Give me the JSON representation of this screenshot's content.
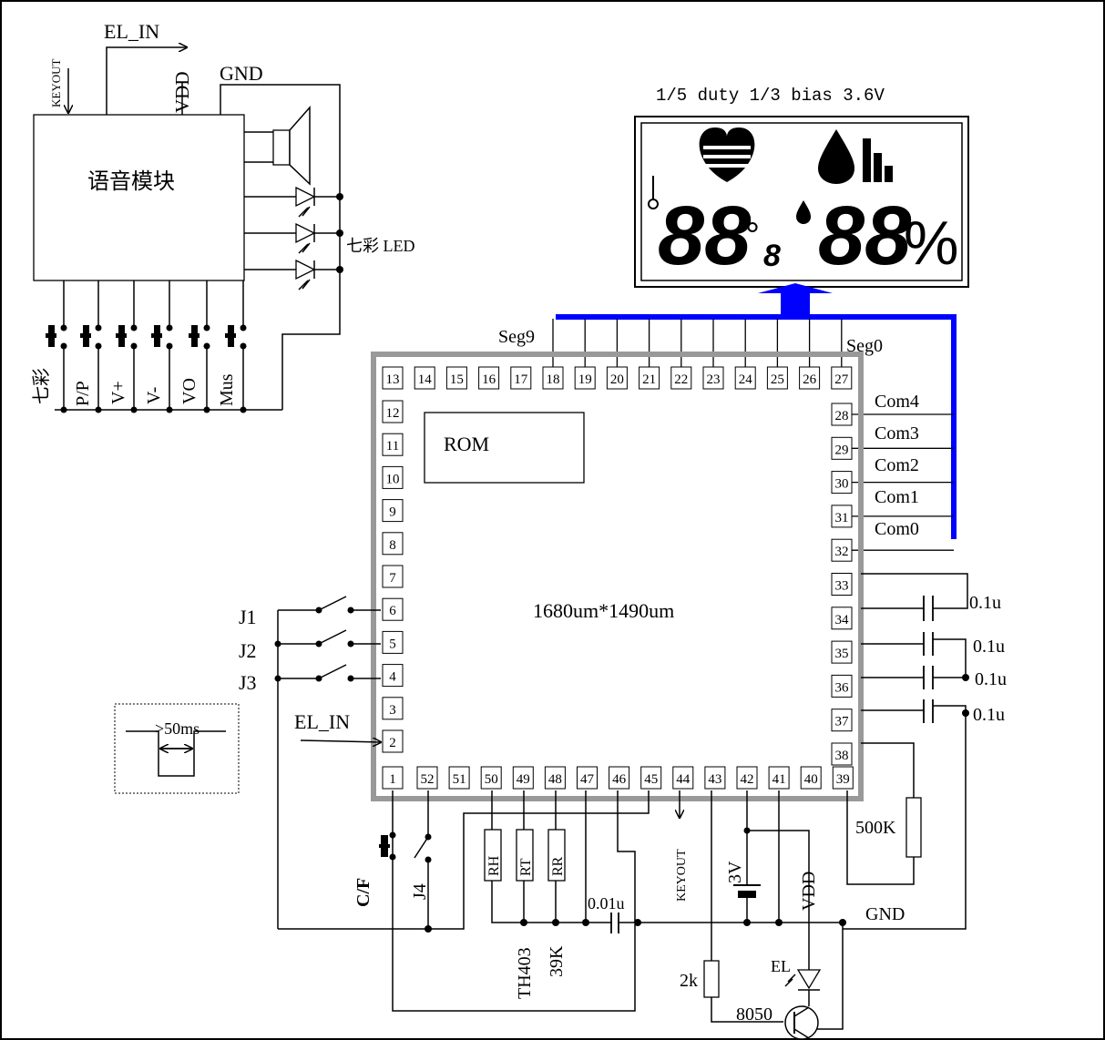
{
  "chip": {
    "size_label": "1680um*1490um",
    "rom_label": "ROM",
    "pins": [
      "1",
      "2",
      "3",
      "4",
      "5",
      "6",
      "7",
      "8",
      "9",
      "10",
      "11",
      "12",
      "13",
      "14",
      "15",
      "16",
      "17",
      "18",
      "19",
      "20",
      "21",
      "22",
      "23",
      "24",
      "25",
      "26",
      "27",
      "28",
      "29",
      "30",
      "31",
      "32",
      "33",
      "34",
      "35",
      "36",
      "37",
      "38",
      "39",
      "40",
      "41",
      "42",
      "43",
      "44",
      "45",
      "46",
      "47",
      "48",
      "49",
      "50",
      "51",
      "52"
    ]
  },
  "lcd": {
    "spec": "1/5 duty 1/3 bias 3.6V",
    "digits_left": "88",
    "small_digit": "8",
    "degree": "°",
    "digits_right": "88",
    "percent": "%"
  },
  "bus": {
    "seg_left": "Seg9",
    "seg_right": "Seg0",
    "coms": [
      "Com4",
      "Com3",
      "Com2",
      "Com1",
      "Com0"
    ]
  },
  "voice": {
    "module_label": "语音模块",
    "keyout": "KEYOUT",
    "el_in": "EL_IN",
    "vdd": "VDD",
    "gnd": "GND",
    "led_label": "七彩 LED",
    "buttons": [
      "七彩",
      "P/P",
      "V+",
      "V-",
      "VO",
      "Mus"
    ]
  },
  "jumpers": [
    "J1",
    "J2",
    "J3"
  ],
  "el_in_label": "EL_IN",
  "pulse_label": ">50ms",
  "caps": [
    "0.1u",
    "0.1u",
    "0.1u",
    "0.1u"
  ],
  "bottom": {
    "cf": "C/F",
    "j4": "J4",
    "rh": "RH",
    "rt": "RT",
    "rr": "RR",
    "th403": "TH403",
    "r39k": "39K",
    "cap001": "0.01u",
    "keyout": "KEYOUT",
    "batt": "3V",
    "vdd": "VDD",
    "gnd": "GND",
    "r500k": "500K",
    "r2k": "2k",
    "transistor": "8050",
    "el": "EL"
  }
}
